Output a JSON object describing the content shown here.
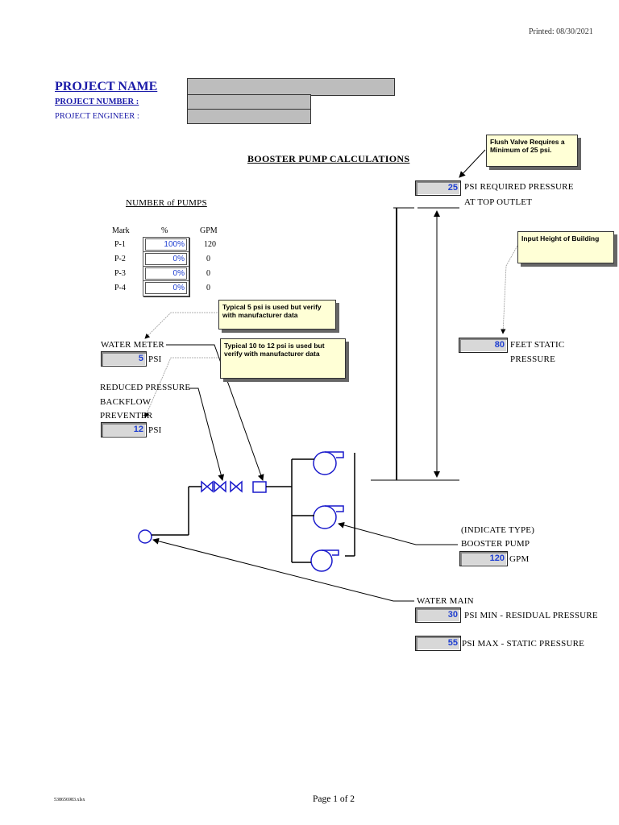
{
  "print_header": "Printed: 08/30/2021",
  "project": {
    "name_label": "PROJECT NAME",
    "number_label": "PROJECT NUMBER :",
    "engineer_label": "PROJECT ENGINEER :"
  },
  "title": "BOOSTER PUMP CALCULATIONS",
  "pumps": {
    "heading": "NUMBER of PUMPS",
    "col_mark": "Mark",
    "col_pct": "%",
    "col_gpm": "GPM",
    "rows": [
      {
        "mark": "P-1",
        "pct": "100%",
        "gpm": "120"
      },
      {
        "mark": "P-2",
        "pct": "0%",
        "gpm": "0"
      },
      {
        "mark": "P-3",
        "pct": "0%",
        "gpm": "0"
      },
      {
        "mark": "P-4",
        "pct": "0%",
        "gpm": "0"
      }
    ]
  },
  "notes": {
    "flush_valve": "Flush Valve Requires a Minimum of 25 psi.",
    "building_height": "Input Height of Building",
    "meter": "Typical 5 psi is used but verify with manufacturer data",
    "backflow": "Typical 10 to 12 psi is used but verify with manufacturer data"
  },
  "required_pressure": {
    "value": "25",
    "label1": "PSI REQUIRED PRESSURE",
    "label2": "AT TOP OUTLET"
  },
  "static_height": {
    "value": "80",
    "label1": "FEET STATIC",
    "label2": "PRESSURE"
  },
  "water_meter": {
    "label": "WATER METER",
    "value": "5",
    "unit": "PSI"
  },
  "backflow": {
    "label1": "REDUCED PRESSURE",
    "label2": "BACKFLOW",
    "label3": "PREVENTER",
    "value": "12",
    "unit": "PSI"
  },
  "booster_pump": {
    "label1": "(INDICATE TYPE)",
    "label2": "BOOSTER PUMP",
    "value": "120",
    "unit": "GPM"
  },
  "water_main": {
    "label": "WATER MAIN",
    "min_value": "30",
    "min_label": "PSI MIN - RESIDUAL PRESSURE",
    "max_value": "55",
    "max_label": "PSI MAX - STATIC PRESSURE"
  },
  "footer": {
    "filename": "538656983.xlsx",
    "page": "Page 1 of 2"
  },
  "colors": {
    "diagram_blue": "#1a1acc",
    "note_bg": "#ffffd6",
    "field_gray": "#bdbdbd"
  }
}
